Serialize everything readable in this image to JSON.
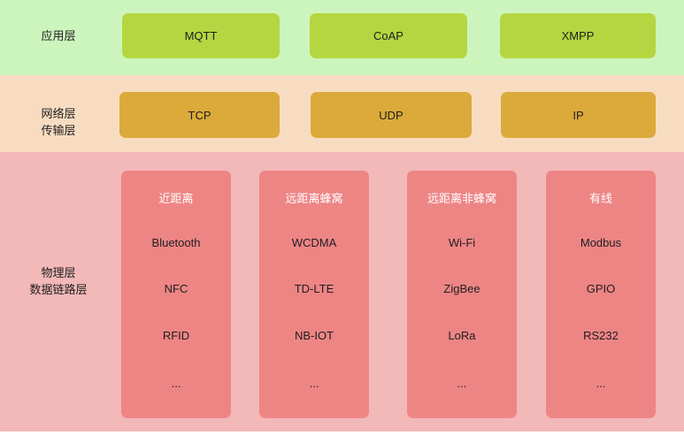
{
  "layers": {
    "application": {
      "label": "应用层",
      "protocols": [
        "MQTT",
        "CoAP",
        "XMPP"
      ]
    },
    "network": {
      "label": "网络层\n传输层",
      "protocols": [
        "TCP",
        "UDP",
        "IP"
      ]
    },
    "physical": {
      "label": "物理层\n数据链路层",
      "columns": [
        {
          "title": "近距离",
          "items": [
            "Bluetooth",
            "NFC",
            "RFID",
            "..."
          ]
        },
        {
          "title": "远距离蜂窝",
          "items": [
            "WCDMA",
            "TD-LTE",
            "NB-IOT",
            "..."
          ]
        },
        {
          "title": "远距离非蜂窝",
          "items": [
            "Wi-Fi",
            "ZigBee",
            "LoRa",
            "..."
          ]
        },
        {
          "title": "有线",
          "items": [
            "Modbus",
            "GPIO",
            "RS232",
            "..."
          ]
        }
      ]
    }
  },
  "colors": {
    "app_band": "#ccf5bd",
    "app_box": "#b5d640",
    "net_band": "#f8dcc1",
    "net_box": "#dbaa3a",
    "phy_band": "#f3b8b8",
    "phy_box": "#ee8585"
  }
}
